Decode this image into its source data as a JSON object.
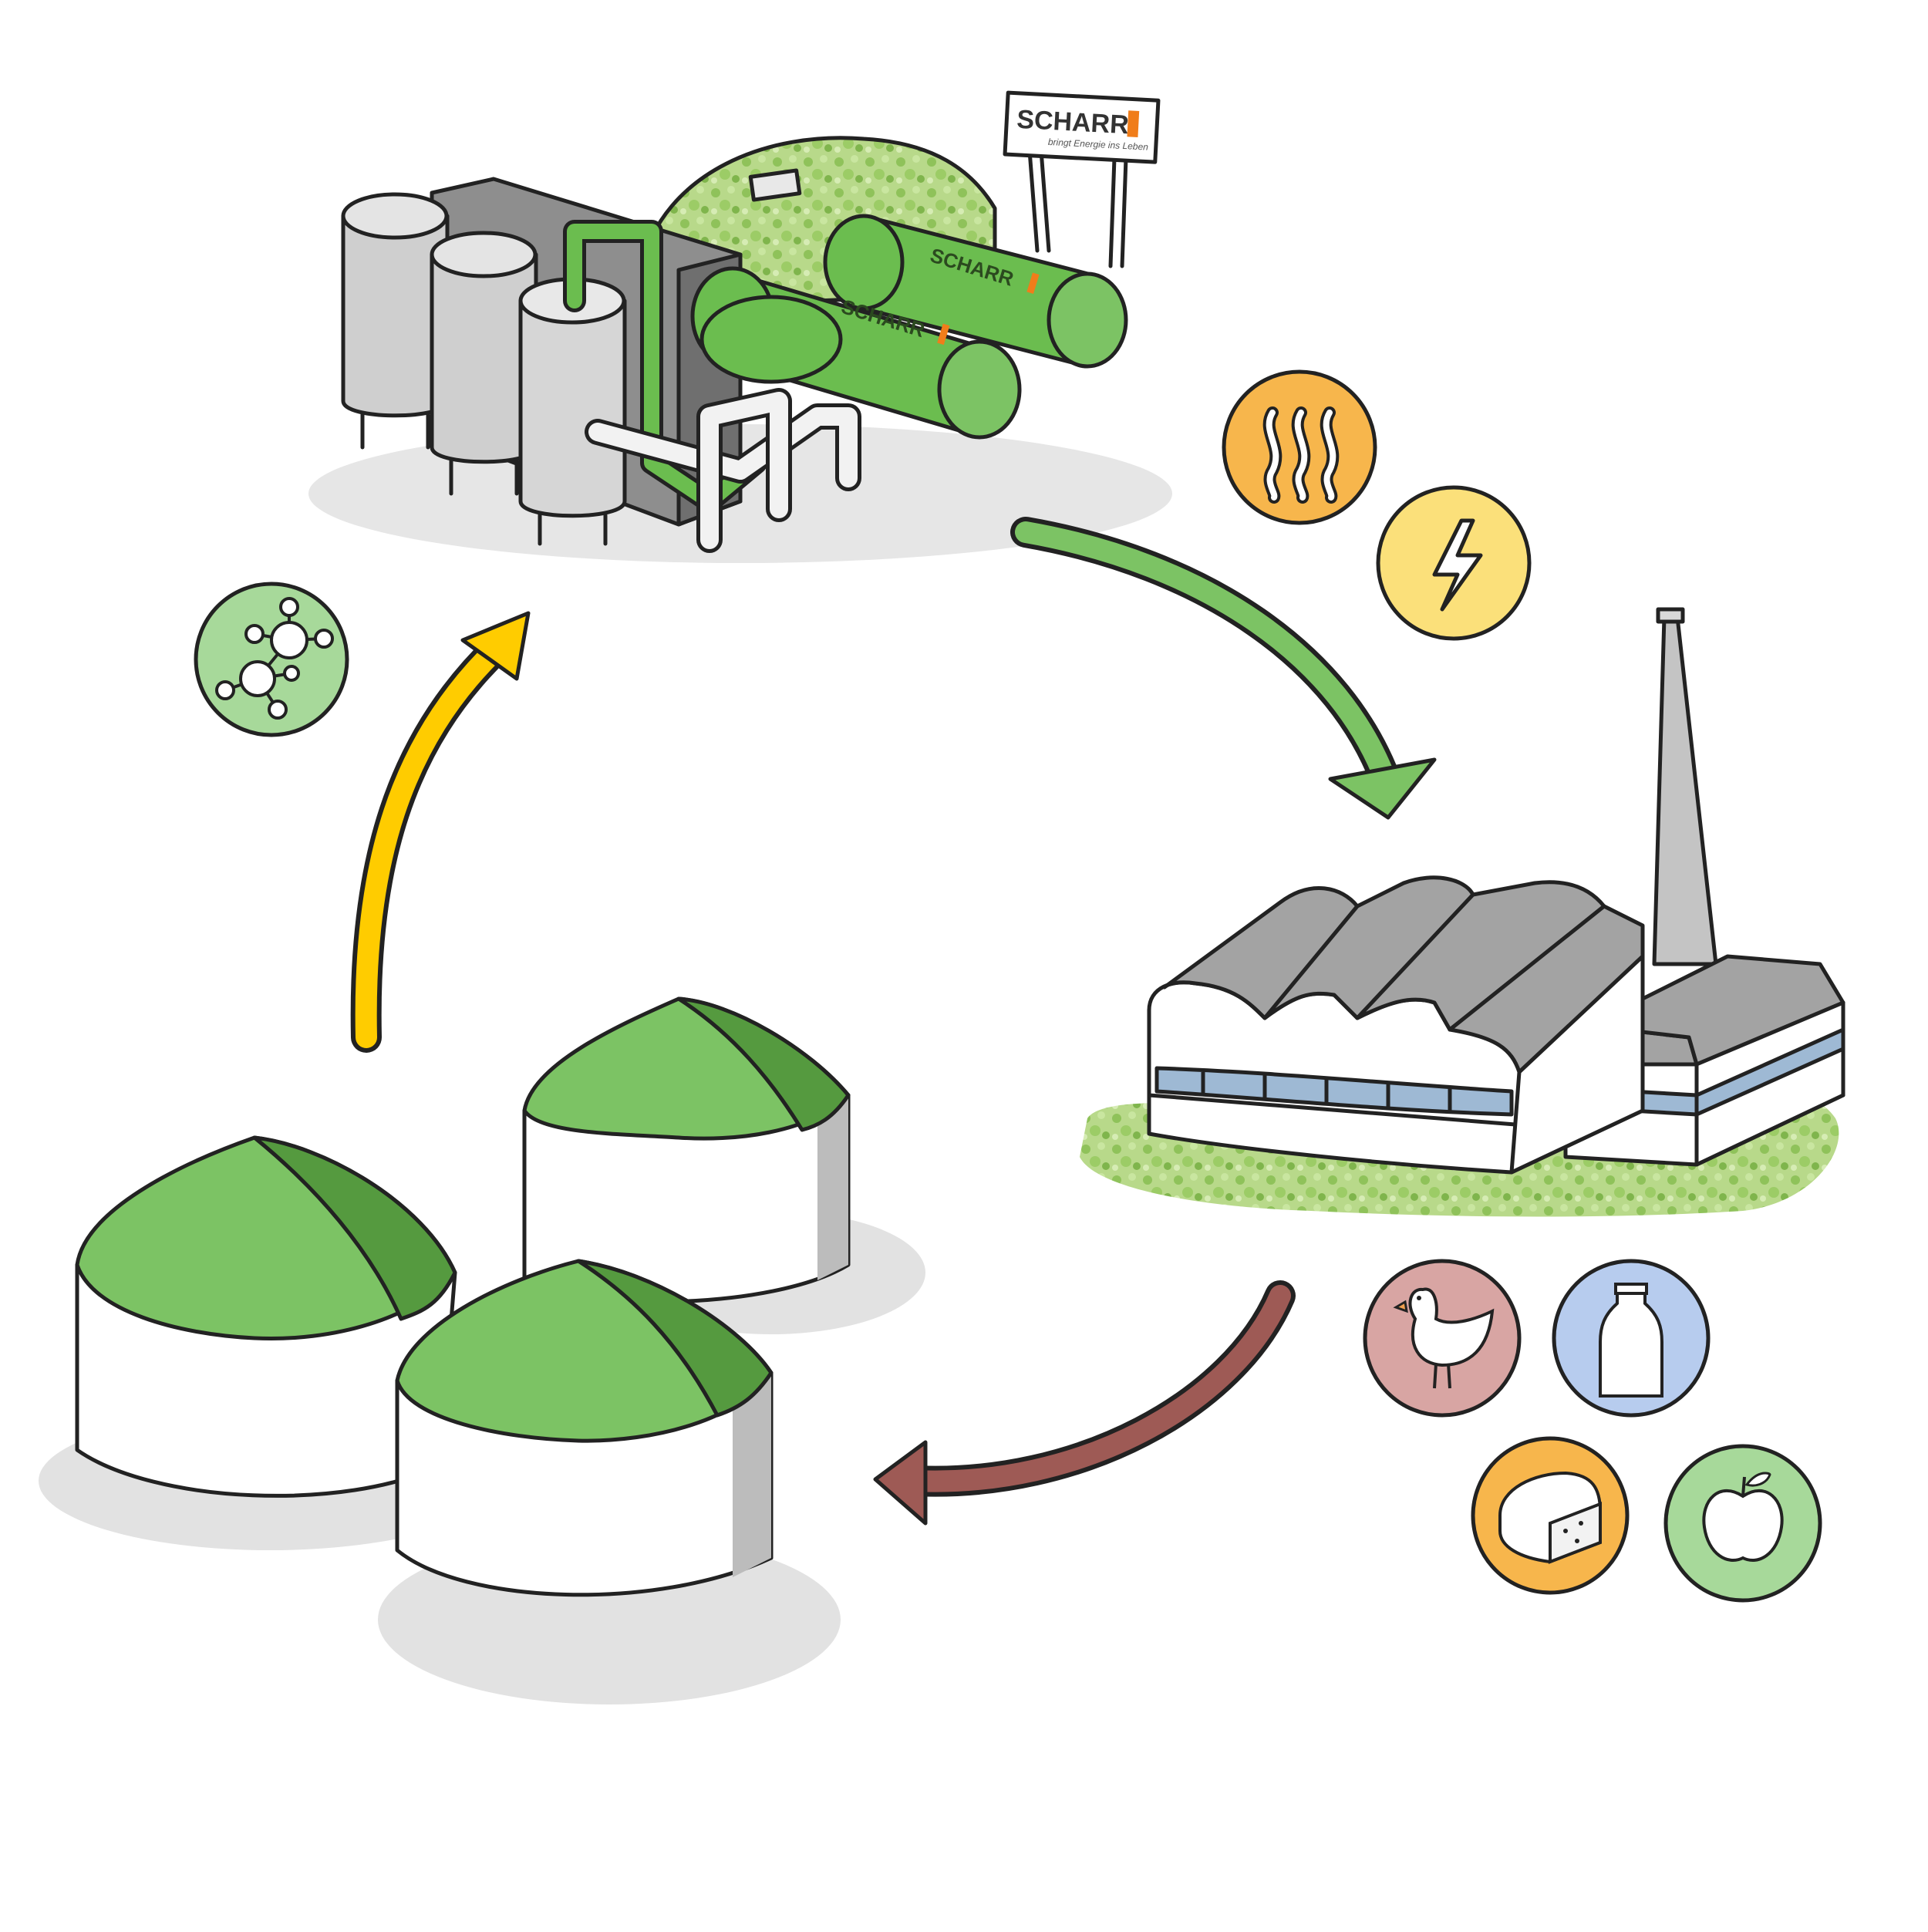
{
  "brand": {
    "name": "SCHARR",
    "tagline": "bringt Energie ins Leben",
    "orange": "#f07d1a"
  },
  "colors": {
    "green_light": "#7cc364",
    "green_dark": "#559a3f",
    "yellow_arrow": "#ffcc00",
    "brown_arrow": "#9e5a55",
    "grey_roof": "#a3a3a3",
    "steel": "#d9d9d9",
    "window": "#9eb9d4"
  },
  "cycle": [
    {
      "stage": "biogas-plant",
      "icons": [
        "heat-icon",
        "electricity-icon"
      ]
    },
    {
      "stage": "food-factory",
      "icons": [
        "chicken-icon",
        "milk-bottle-icon",
        "cheese-icon",
        "apple-icon"
      ]
    },
    {
      "stage": "digester-tanks",
      "icons": [
        "molecule-icon"
      ]
    }
  ]
}
